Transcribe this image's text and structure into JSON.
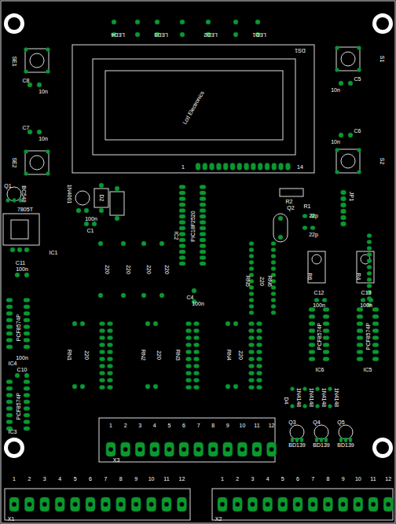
{
  "diagram": {
    "nodes": [
      {
        "text": [
          "PCF8574P"
        ]
      },
      {
        "text": [
          "PCF8574P"
        ]
      },
      {
        "text": [
          "PIC18F2520"
        ]
      },
      {
        "text": [
          "PCF8574P"
        ]
      },
      {
        "text": [
          "PCF8574P"
        ]
      },
      {
        "text": [
          "1",
          "2",
          "3",
          "4",
          "5",
          "6",
          "7",
          "8",
          "9",
          "10",
          "11",
          "12",
          "X3"
        ]
      },
      {
        "text": [
          "1",
          "2",
          "3",
          "4",
          "5",
          "6",
          "7",
          "8",
          "9",
          "10",
          "11",
          "12",
          "X1"
        ]
      },
      {
        "text": [
          "1",
          "2",
          "3",
          "4",
          "5",
          "6",
          "7",
          "8",
          "9",
          "10",
          "11",
          "12",
          "X2"
        ]
      }
    ],
    "labels": [
      "LED4",
      "LED3",
      "LED2",
      "LED1",
      "DS1",
      "SE1",
      "SE2",
      "S1",
      "S2",
      "C8",
      "10n",
      "C7",
      "10n",
      "C5",
      "10n",
      "C6",
      "10n",
      "1",
      "14",
      "Lcd Electronics",
      "Q1",
      "BC548",
      "7805T",
      "IC1",
      "1N4001",
      "C1",
      "100n",
      "D2",
      "C11",
      "100n",
      "IC4",
      "100n",
      "C10",
      "IC3",
      "220",
      "220",
      "220",
      "220",
      "RN1",
      "RN2",
      "RN3",
      "RN4",
      "220",
      "220",
      "220",
      "C4",
      "100n",
      "RN5",
      "RN6",
      "220",
      "JP1",
      "R1",
      "R2",
      "22p",
      "22p",
      "Q2",
      "C12",
      "100n",
      "C13",
      "100n",
      "IC6",
      "IC5",
      "R6",
      "R4",
      "D4",
      "1N4148",
      "1N4148",
      "1N4148",
      "1N4148",
      "Q3",
      "Q4",
      "Q5",
      "BD139",
      "BD139",
      "BD139",
      "IC2"
    ]
  }
}
